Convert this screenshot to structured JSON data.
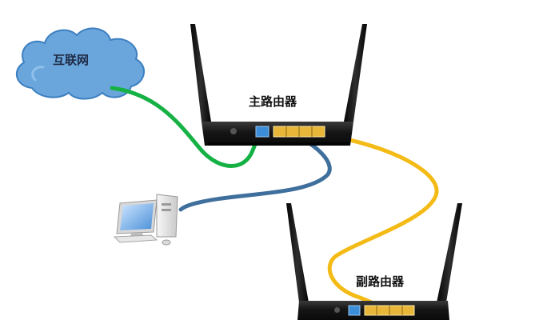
{
  "labels": {
    "internet": "互联网",
    "main_router": "主路由器",
    "sub_router": "副路由器"
  },
  "colors": {
    "cloud_fill": "#6aa6dc",
    "cloud_outline": "#3c7fc0",
    "cable_internet": "#16b145",
    "cable_pc": "#3f6f9c",
    "cable_link": "#f4bb17",
    "router_body": "#1b1b1b",
    "port_yellow": "#e8b73a",
    "port_blue": "#3d8ed8"
  },
  "icons": {
    "cloud": "cloud-icon",
    "computer": "desktop-computer-icon",
    "router": "wifi-router-icon"
  }
}
